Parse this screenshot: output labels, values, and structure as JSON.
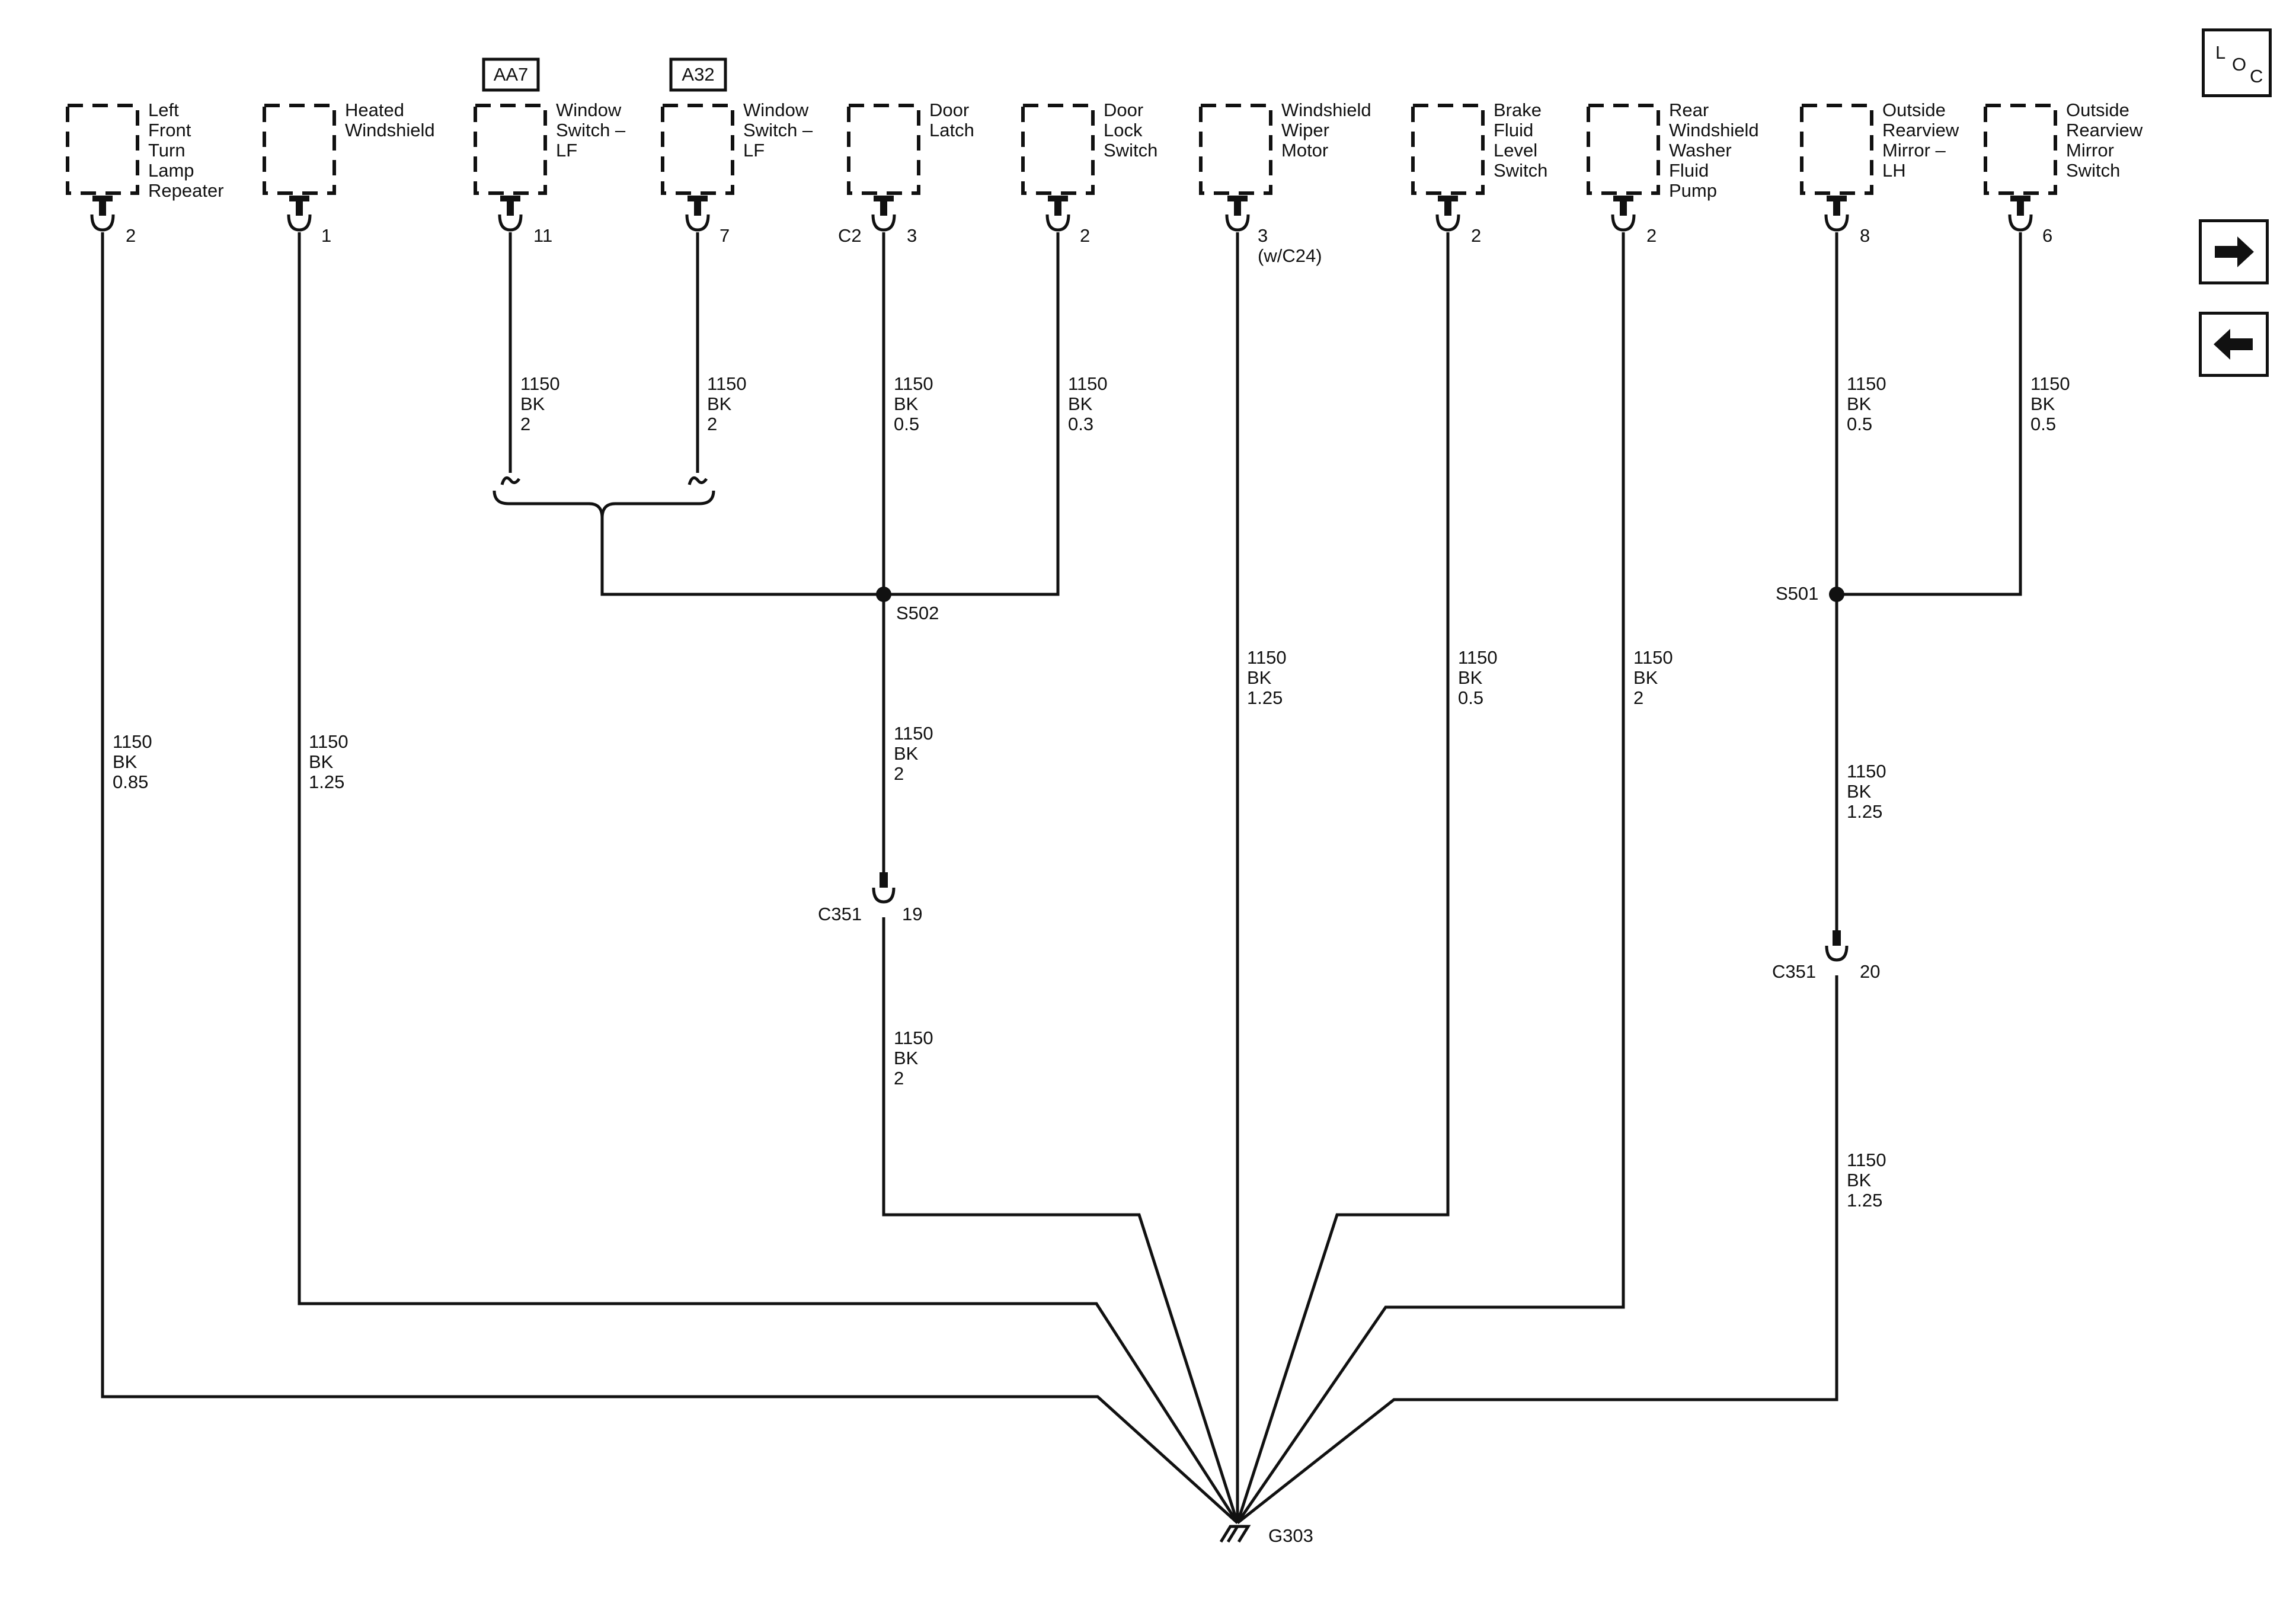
{
  "nav": {
    "loc_letters": [
      "L",
      "O",
      "C"
    ],
    "next_icon": "arrow-right-icon",
    "prev_icon": "arrow-left-icon"
  },
  "components": [
    {
      "id": "left-front-turn-lamp-repeater",
      "label": [
        "Left",
        "Front",
        "Turn",
        "Lamp",
        "Repeater"
      ],
      "pin": "2"
    },
    {
      "id": "heated-windshield",
      "label": [
        "Heated",
        "Windshield"
      ],
      "pin": "1"
    },
    {
      "id": "window-switch-lf-aa7",
      "label": [
        "Window",
        "Switch –",
        "LF"
      ],
      "pin": "11",
      "option": "AA7"
    },
    {
      "id": "window-switch-lf-a32",
      "label": [
        "Window",
        "Switch –",
        "LF"
      ],
      "pin": "7",
      "option": "A32"
    },
    {
      "id": "door-latch",
      "label": [
        "Door",
        "Latch"
      ],
      "pin": "3",
      "connector": "C2"
    },
    {
      "id": "door-lock-switch",
      "label": [
        "Door",
        "Lock",
        "Switch"
      ],
      "pin": "2"
    },
    {
      "id": "windshield-wiper-motor",
      "label": [
        "Windshield",
        "Wiper",
        "Motor"
      ],
      "pin": "3",
      "pin_note": "(w/C24)"
    },
    {
      "id": "brake-fluid-level-switch",
      "label": [
        "Brake",
        "Fluid",
        "Level",
        "Switch"
      ],
      "pin": "2"
    },
    {
      "id": "rear-windshield-washer-fluid-pump",
      "label": [
        "Rear",
        "Windshield",
        "Washer",
        "Fluid",
        "Pump"
      ],
      "pin": "2"
    },
    {
      "id": "outside-rearview-mirror-lh",
      "label": [
        "Outside",
        "Rearview",
        "Mirror –",
        "LH"
      ],
      "pin": "8"
    },
    {
      "id": "outside-rearview-mirror-switch",
      "label": [
        "Outside",
        "Rearview",
        "Mirror",
        "Switch"
      ],
      "pin": "6"
    }
  ],
  "wire_labels": {
    "repeater": [
      "1150",
      "BK",
      "0.85"
    ],
    "heated": [
      "1150",
      "BK",
      "1.25"
    ],
    "win_aa7": [
      "1150",
      "BK",
      "2"
    ],
    "win_a32": [
      "1150",
      "BK",
      "2"
    ],
    "latch": [
      "1150",
      "BK",
      "0.5"
    ],
    "lock": [
      "1150",
      "BK",
      "0.3"
    ],
    "s502_down": [
      "1150",
      "BK",
      "2"
    ],
    "c351_down": [
      "1150",
      "BK",
      "2"
    ],
    "wiper": [
      "1150",
      "BK",
      "1.25"
    ],
    "brake": [
      "1150",
      "BK",
      "0.5"
    ],
    "washer": [
      "1150",
      "BK",
      "2"
    ],
    "mirror_lh": [
      "1150",
      "BK",
      "0.5"
    ],
    "mirror_sw": [
      "1150",
      "BK",
      "0.5"
    ],
    "s501_down": [
      "1150",
      "BK",
      "1.25"
    ],
    "c351b_down": [
      "1150",
      "BK",
      "1.25"
    ]
  },
  "splices": {
    "s502": "S502",
    "s501": "S501"
  },
  "inline_connectors": {
    "c351_left": {
      "name": "C351",
      "pin": "19"
    },
    "c351_right": {
      "name": "C351",
      "pin": "20"
    }
  },
  "ground": "G303"
}
